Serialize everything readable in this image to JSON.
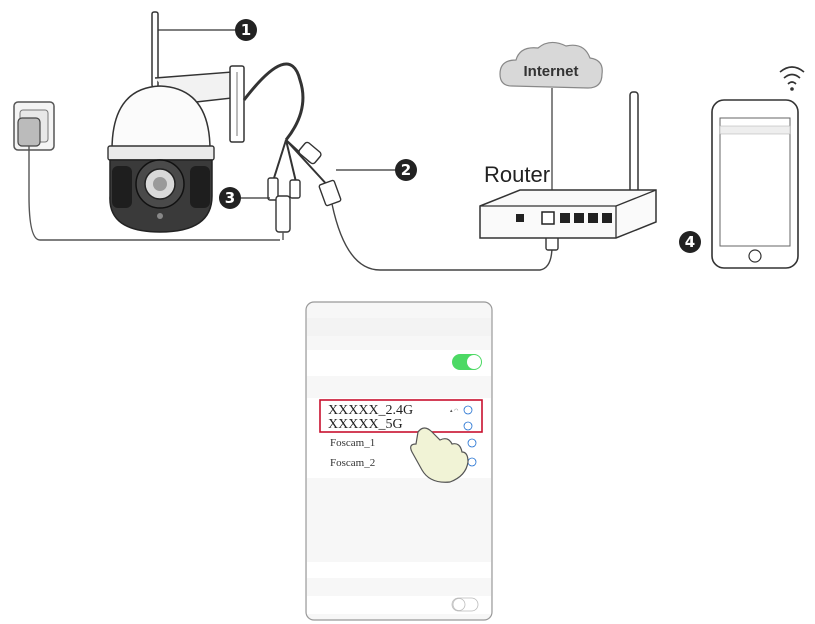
{
  "labels": {
    "internet": "Internet",
    "router": "Router"
  },
  "steps": [
    "1",
    "2",
    "3",
    "4"
  ],
  "phone_small": {
    "header": "",
    "subheader": ""
  },
  "wifi_screen": {
    "carrier": "",
    "time": "",
    "battery": "",
    "back": "",
    "title": "",
    "wifi_label": "",
    "wifi_toggle_on": true,
    "section_label": "",
    "networks": [
      {
        "name": "XXXXX_2.4G",
        "highlighted": true
      },
      {
        "name": "XXXXX_5G",
        "highlighted": true
      },
      {
        "name": "Foscam_1",
        "highlighted": false
      },
      {
        "name": "Foscam_2",
        "highlighted": false
      }
    ],
    "other": "",
    "ask_join": ""
  },
  "colors": {
    "highlight": "#c8102e",
    "toggle": "#4cd964",
    "link": "#1f6fd1",
    "badge": "#222222"
  },
  "icons": [
    "camera-icon",
    "power-adapter-icon",
    "router-icon",
    "cloud-icon",
    "smartphone-icon",
    "wifi-signal-icon",
    "hand-pointer-icon"
  ]
}
